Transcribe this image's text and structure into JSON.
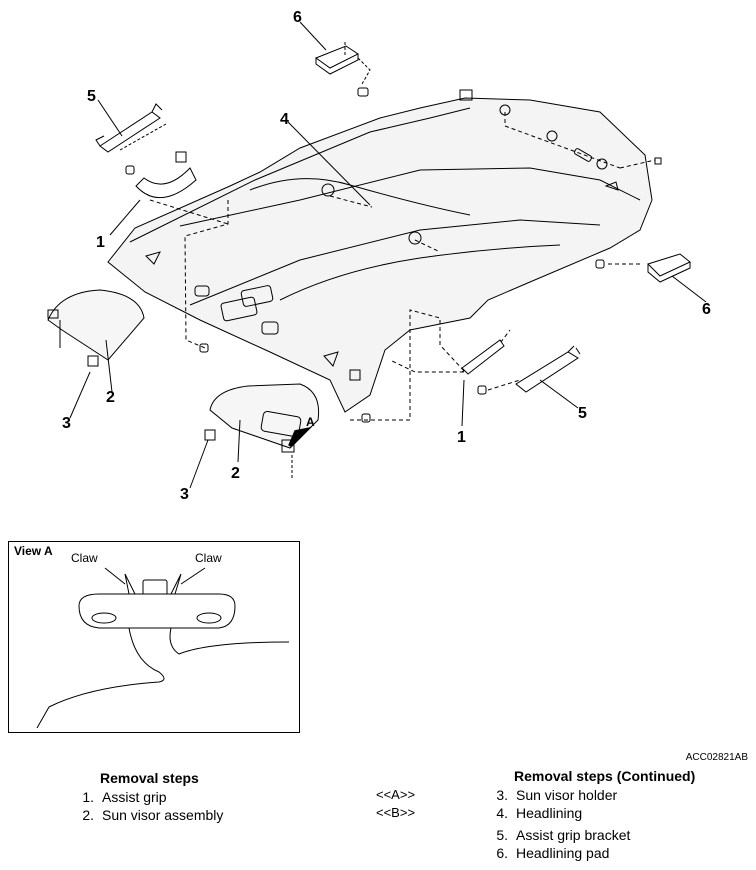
{
  "diagram": {
    "callouts": [
      "1",
      "2",
      "3",
      "4",
      "5",
      "6"
    ],
    "view_label": "A"
  },
  "view_a": {
    "title": "View A",
    "claw_left": "Claw",
    "claw_right": "Claw"
  },
  "figure_code": "ACC02821AB",
  "removal_steps": {
    "heading": "Removal steps",
    "items": [
      {
        "num": "1.",
        "label": "Assist grip"
      },
      {
        "num": "2.",
        "label": "Sun visor assembly"
      }
    ]
  },
  "removal_steps_cont": {
    "heading": "Removal steps (Continued)",
    "items": [
      {
        "num": "3.",
        "label": "Sun visor holder",
        "ref": ""
      },
      {
        "num": "4.",
        "label": "Headlining",
        "ref": "<<B>>"
      },
      {
        "num": "5.",
        "label": "Assist grip bracket",
        "ref": ""
      },
      {
        "num": "6.",
        "label": "Headlining pad",
        "ref": ""
      }
    ],
    "ref_a": "<<A>>",
    "ref_b": "<<B>>"
  }
}
